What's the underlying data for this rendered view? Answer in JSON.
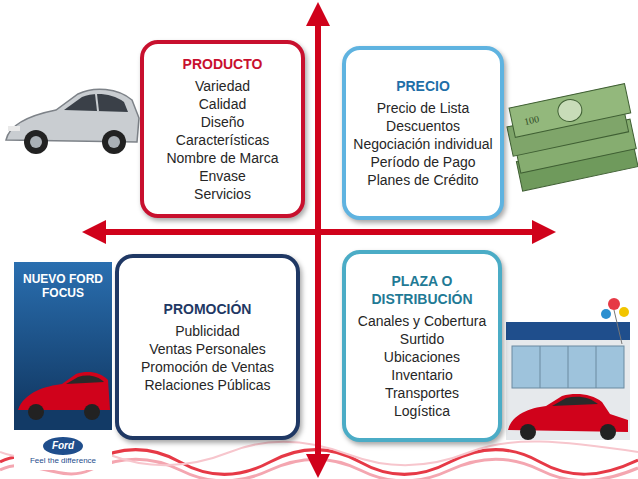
{
  "diagram": {
    "nodes": [
      {
        "text": [
          "PRODUCTO",
          "Variedad",
          "Calidad",
          "Diseño",
          "Características",
          "Nombre de Marca",
          "Envase",
          "Servicios"
        ]
      },
      {
        "text": [
          "PRECIO",
          "Precio de Lista",
          "Descuentos",
          "Negociación individual",
          "Período de Pago",
          "Planes de Crédito"
        ]
      },
      {
        "text": [
          "PROMOCIÓN",
          "Publicidad",
          "Ventas Personales",
          "Promoción de Ventas",
          "Relaciones Públicas"
        ]
      },
      {
        "text": [
          "PLAZA O DISTRIBUCIÓN",
          "Canales y Cobertura",
          "Surtido",
          "Ubicaciones",
          "Inventario",
          "Transportes",
          "Logística"
        ]
      }
    ],
    "labels": [
      "NUEVO FORD FOCUS",
      "Ford",
      "Feel the difference"
    ]
  }
}
